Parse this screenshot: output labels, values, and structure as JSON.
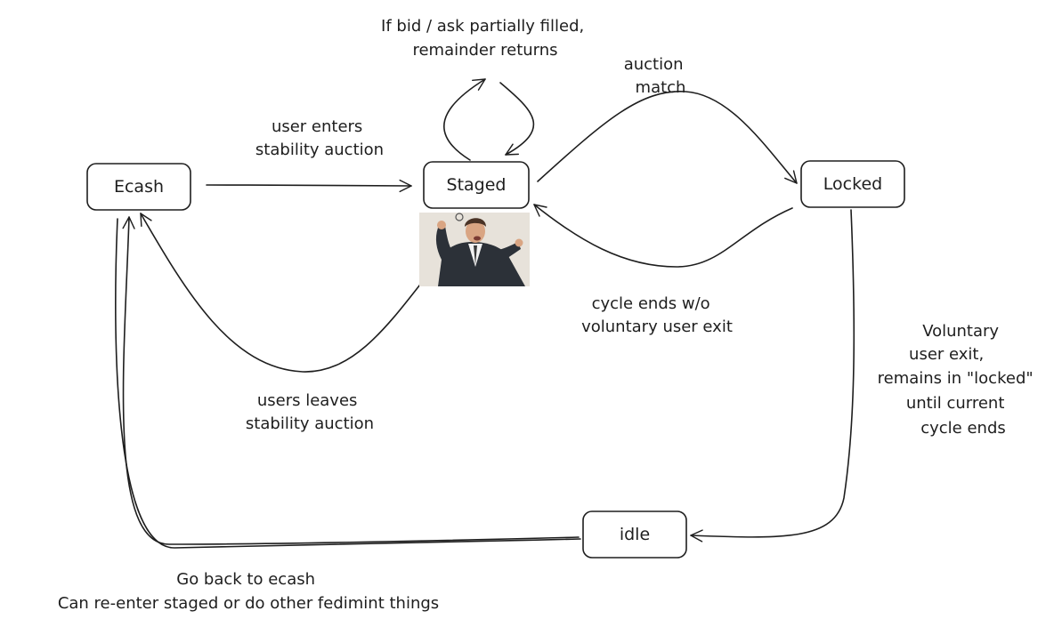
{
  "nodes": {
    "ecash": "Ecash",
    "staged": "Staged",
    "locked": "Locked",
    "idle": "idle"
  },
  "edges": {
    "partial_fill": [
      "If bid / ask partially filled,",
      "remainder returns"
    ],
    "enters_auction": [
      "user enters",
      "stability auction"
    ],
    "auction_match": [
      "auction",
      "match"
    ],
    "cycle_ends": [
      "cycle ends w/o",
      "voluntary user exit"
    ],
    "leaves_auction": [
      "users leaves",
      "stability auction"
    ],
    "voluntary_exit": [
      "Voluntary",
      "user exit,",
      "remains in \"locked\"",
      "until current",
      "cycle ends"
    ],
    "back_to_ecash": [
      "Go back to ecash",
      "Can re-enter staged or do other fedimint things"
    ]
  },
  "meme": {
    "description": "photo of a man in a suit pointing"
  },
  "colors": {
    "ink": "#1e1e1e",
    "background": "#ffffff",
    "photo_bg": "#e7e2da",
    "suit": "#2c3138",
    "skin": "#d9a583"
  }
}
